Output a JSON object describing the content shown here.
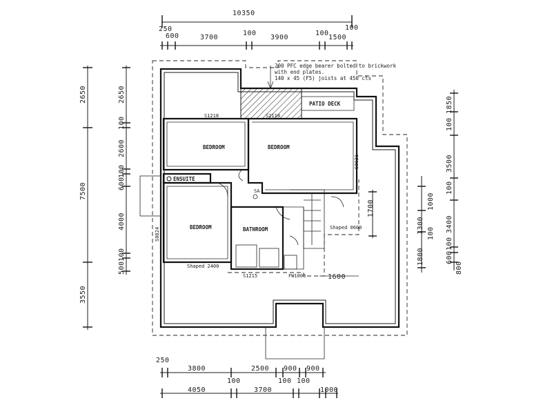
{
  "top_dims": {
    "overall": "10350",
    "row1": [
      "250",
      "600",
      "3700",
      "100",
      "3900",
      "100",
      "1500",
      "100"
    ]
  },
  "left_dims": {
    "outer": [
      "2650",
      "7500",
      "3550"
    ],
    "inner": [
      "2650",
      "100",
      "2600",
      "100",
      "600",
      "4000",
      "100",
      "500"
    ]
  },
  "right_dims": {
    "outer": [
      "1850",
      "100",
      "3500",
      "100",
      "3400",
      "100",
      "600",
      "800"
    ],
    "inner": [
      "1000",
      "1300",
      "1800",
      "100"
    ],
    "stair": "1700"
  },
  "bottom_dims": {
    "row1": [
      "250",
      "3800",
      "2500",
      "900",
      "900"
    ],
    "row2": [
      "100",
      "100",
      "100"
    ],
    "row3": [
      "4050",
      "3700",
      "1000"
    ]
  },
  "notes": {
    "bearer": "200 PFC edge bearer bolted to brickwork",
    "bearer2": "with end plates.",
    "joists": "140 x 45 (F5) joists at 450 cts"
  },
  "rooms": {
    "bed1": "BEDROOM",
    "bed2": "BEDROOM",
    "bed3": "BEDROOM",
    "ensuite": "ENSUITE",
    "bath": "BATHROOM",
    "patio": "PATIO DECK"
  },
  "windows": {
    "w_top1": "S1218",
    "w_top2": "S2118",
    "w_right": "S0621",
    "w_left": "S0824",
    "w_shaped1": "Shaped 2400",
    "w_shaped2": "Shaped 0600",
    "w_bath": "S1215",
    "w_fw": "FW1006",
    "sa": "SA",
    "dim1600": "1600"
  }
}
